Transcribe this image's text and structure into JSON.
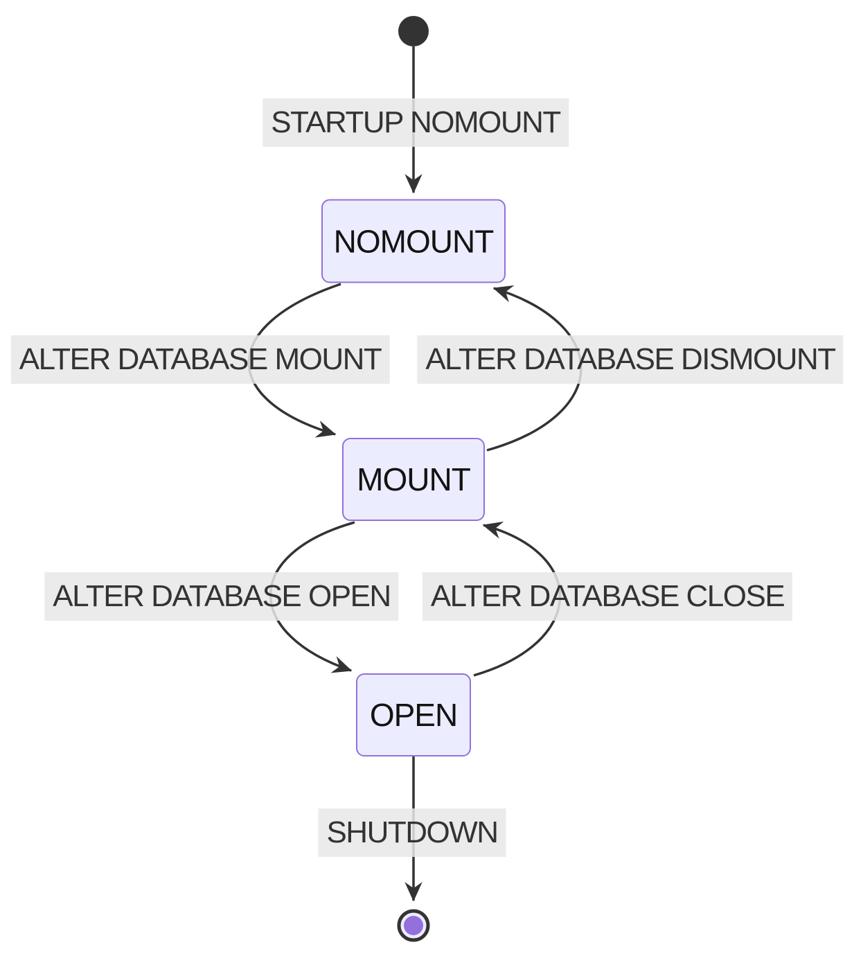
{
  "diagram": {
    "kind": "state-diagram",
    "description": "Oracle database instance startup/shutdown state transitions"
  },
  "colors": {
    "state_fill": "#ECECFF",
    "state_border": "#9370DB",
    "state_text": "#131313",
    "edge_stroke": "#333333",
    "edge_label_text": "#333333",
    "edge_label_bg": "#e8e8e8",
    "start_node_fill": "#333333",
    "end_node_ring": "#333333",
    "end_node_fill": "#ECECFF",
    "end_node_dot": "#9370DB"
  },
  "nodes": {
    "start": {
      "type": "initial-state"
    },
    "end": {
      "type": "final-state"
    },
    "states": [
      {
        "label": "NOMOUNT"
      },
      {
        "label": "MOUNT"
      },
      {
        "label": "OPEN"
      }
    ]
  },
  "transitions": [
    {
      "from": "start",
      "to": "NOMOUNT",
      "label": "STARTUP NOMOUNT"
    },
    {
      "from": "NOMOUNT",
      "to": "MOUNT",
      "label": "ALTER DATABASE MOUNT"
    },
    {
      "from": "MOUNT",
      "to": "NOMOUNT",
      "label": "ALTER DATABASE DISMOUNT"
    },
    {
      "from": "MOUNT",
      "to": "OPEN",
      "label": "ALTER DATABASE OPEN"
    },
    {
      "from": "OPEN",
      "to": "MOUNT",
      "label": "ALTER DATABASE CLOSE"
    },
    {
      "from": "OPEN",
      "to": "end",
      "label": "SHUTDOWN"
    }
  ]
}
